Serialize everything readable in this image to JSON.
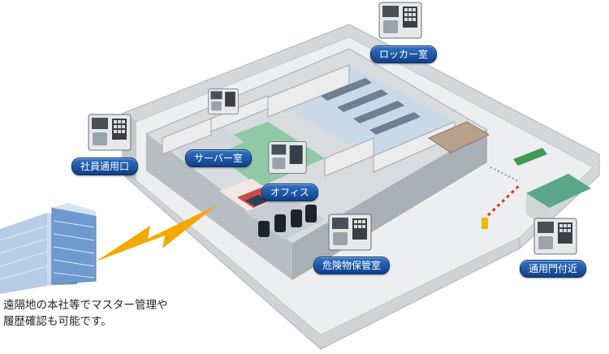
{
  "colors": {
    "label_bg": "#1c4f9e",
    "floor": "#dfe2e6",
    "wall": "#bfc4ca",
    "office_floor": "#8fc9a6",
    "lightning": "#f5a800",
    "hq_building": "#7aa3cf"
  },
  "labels": {
    "employee_entrance": "社員通用口",
    "server_room": "サーバー室",
    "office": "オフィス",
    "locker_room": "ロッカー室",
    "hazardous_storage": "危険物保管室",
    "near_service_gate": "通用門付近"
  },
  "caption": {
    "line1": "遠隔地の本社等でマスター管理や",
    "line2": "履歴確認も可能です。"
  },
  "icons": {
    "access_terminal": "access-terminal-icon",
    "headquarters": "headquarters-building-icon",
    "link": "lightning-bolt-icon"
  }
}
